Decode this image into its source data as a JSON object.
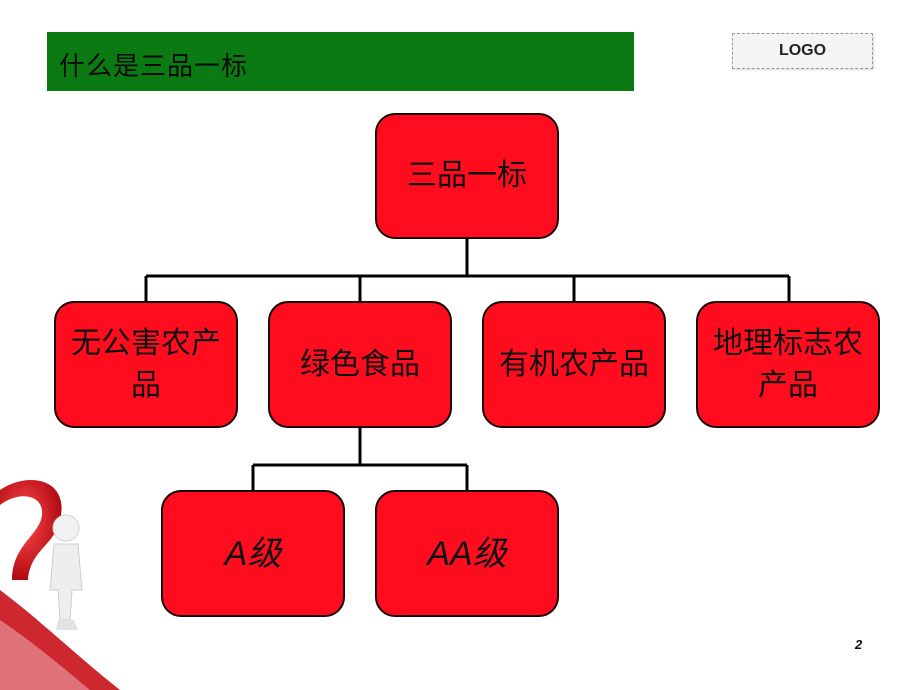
{
  "slide": {
    "title": "什么是三品一标",
    "logo": "LOGO",
    "page_number": "2"
  },
  "diagram": {
    "root": {
      "label": "三品一标"
    },
    "children": [
      {
        "label": "无公害农产品"
      },
      {
        "label": "绿色食品",
        "children": [
          {
            "label": "A级"
          },
          {
            "label": "AA级"
          }
        ]
      },
      {
        "label": "有机农产品"
      },
      {
        "label": "地理标志农产品"
      }
    ]
  },
  "colors": {
    "title_bar": "#0c7a12",
    "node_fill": "#ff0d1f",
    "node_border": "#1a0000",
    "connector": "#000000",
    "decor_red": "#d4101a"
  },
  "icons": {
    "decor": "question-mark-figure-icon"
  }
}
